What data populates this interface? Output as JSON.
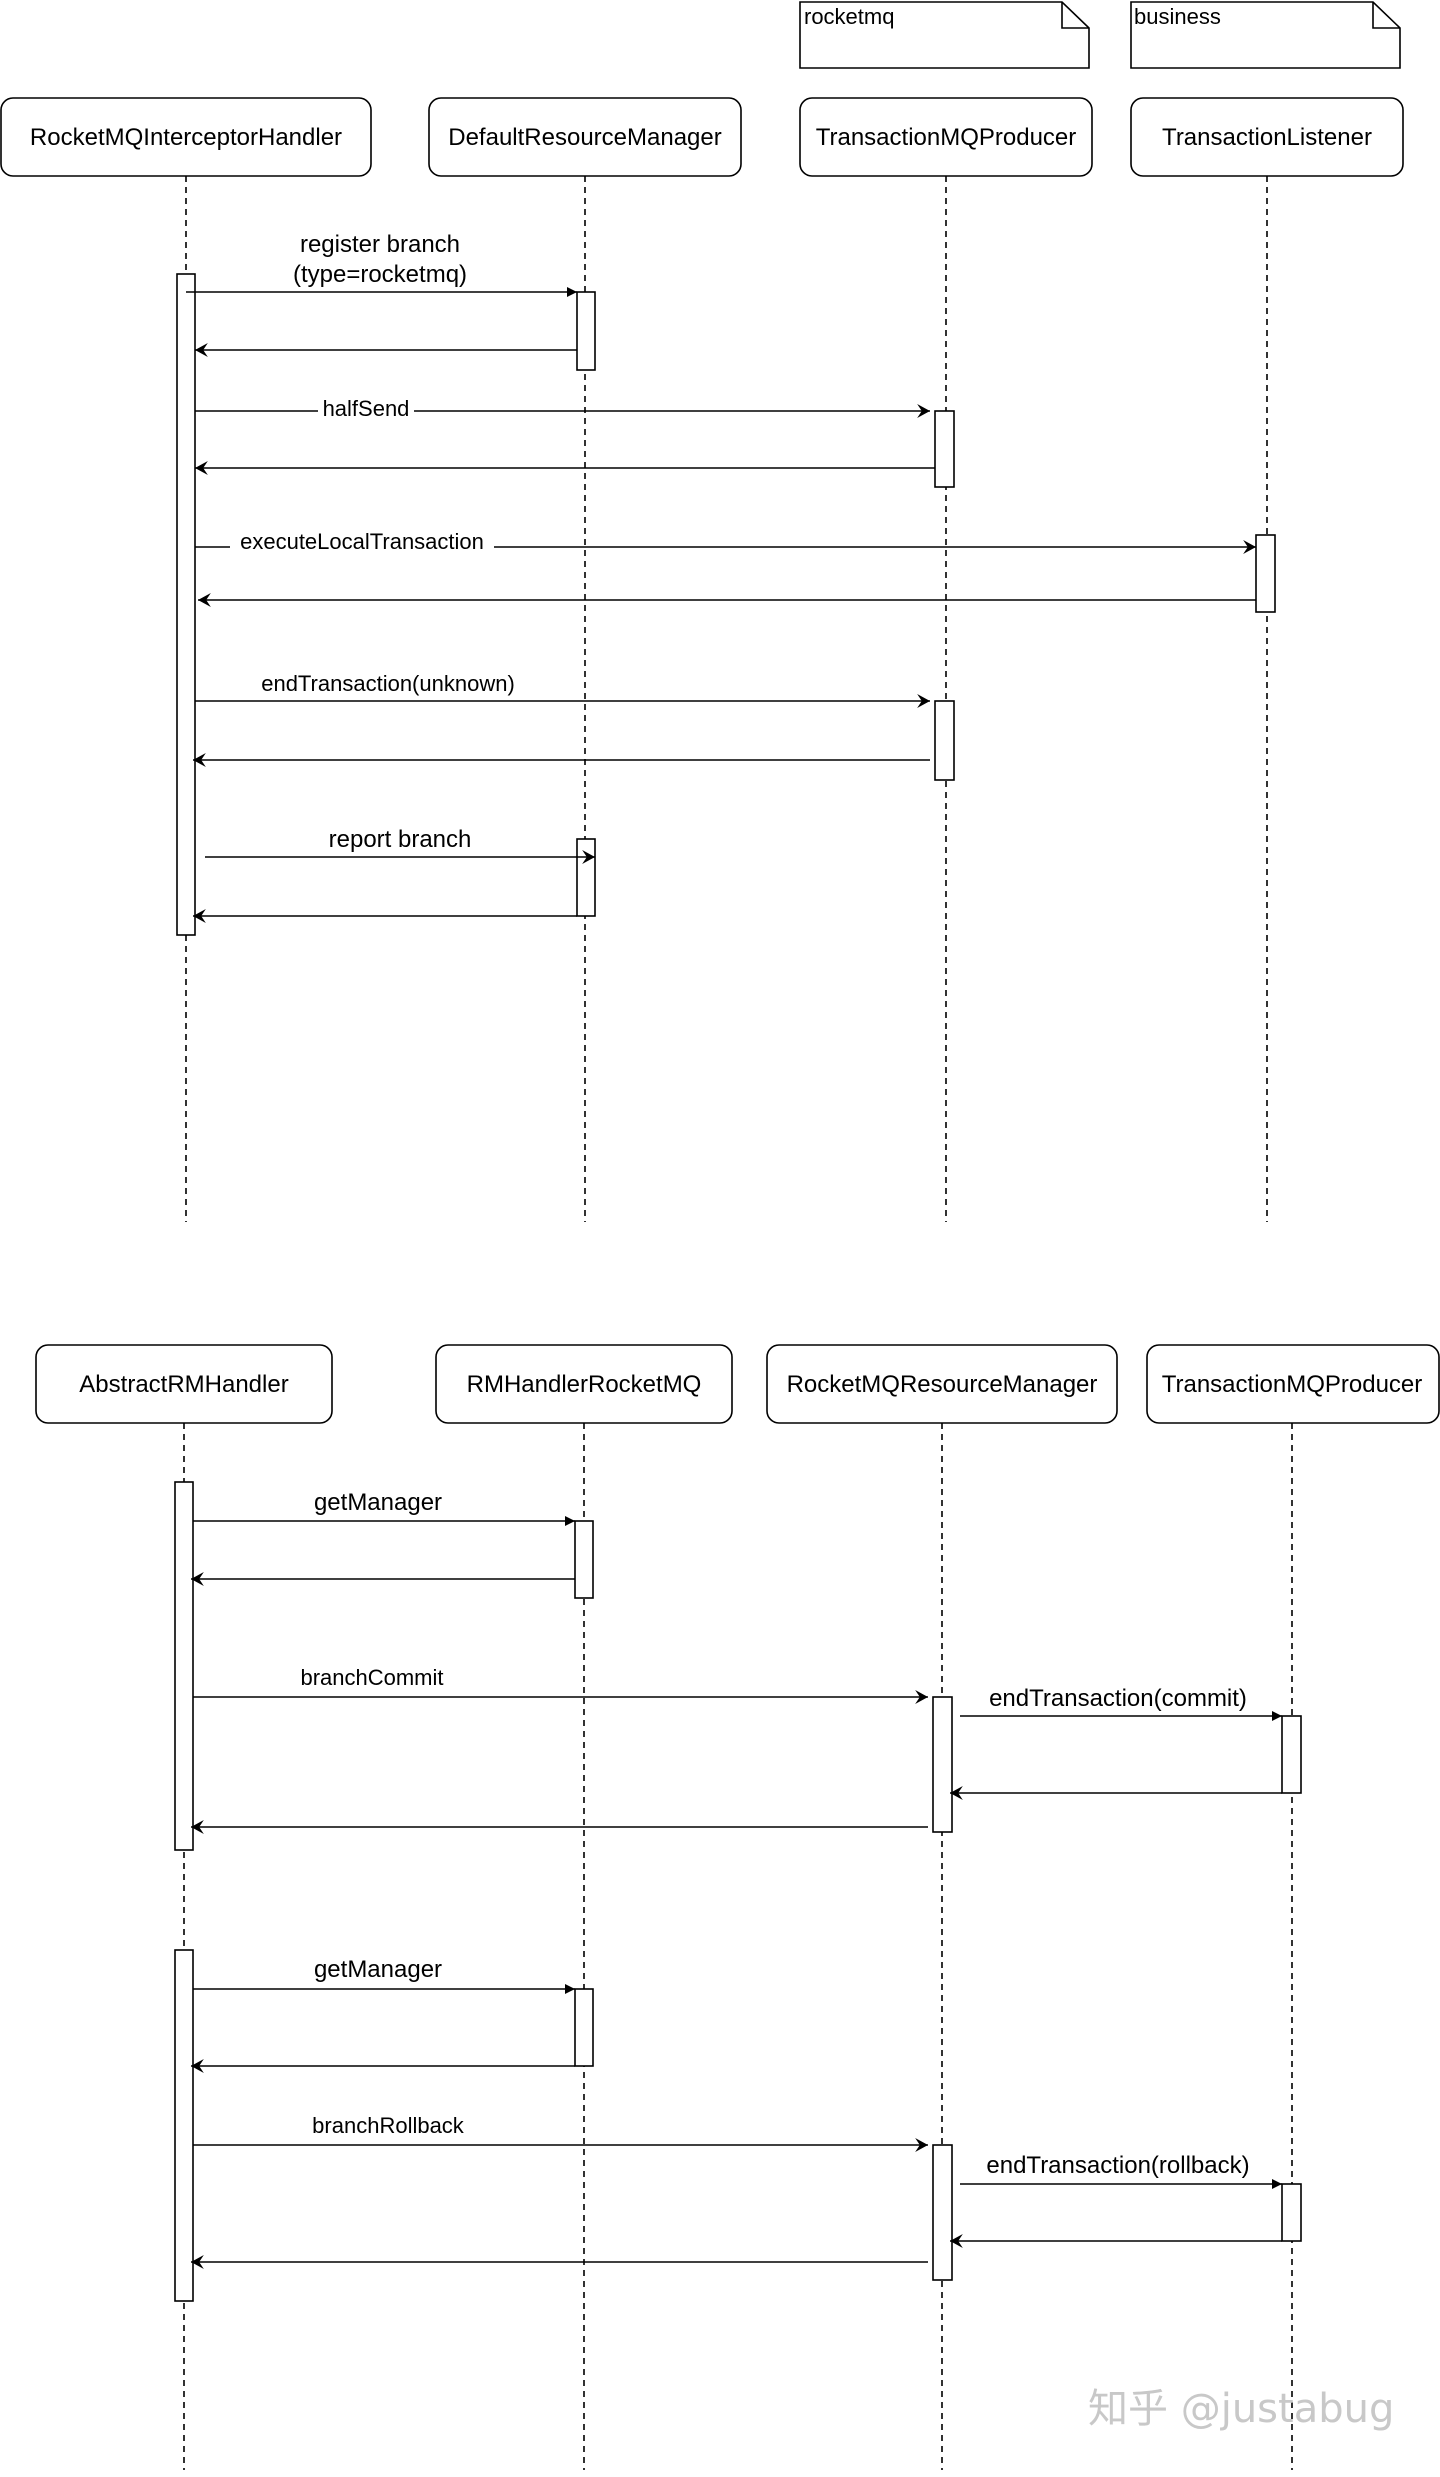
{
  "diagram1": {
    "notes": [
      {
        "id": "rocketmq",
        "label": "rocketmq"
      },
      {
        "id": "business",
        "label": "business"
      }
    ],
    "actors": [
      {
        "id": "rmih",
        "label": "RocketMQInterceptorHandler"
      },
      {
        "id": "drm",
        "label": "DefaultResourceManager"
      },
      {
        "id": "tmp",
        "label": "TransactionMQProducer"
      },
      {
        "id": "tl",
        "label": "TransactionListener"
      }
    ],
    "messages": [
      {
        "id": "register",
        "label_line1": "register branch",
        "label_line2": "(type=rocketmq)"
      },
      {
        "id": "halfsend",
        "label": "halfSend"
      },
      {
        "id": "exec",
        "label": "executeLocalTransaction"
      },
      {
        "id": "endtx-unknown",
        "label": "endTransaction(unknown)"
      },
      {
        "id": "report",
        "label": "report branch"
      }
    ]
  },
  "diagram2": {
    "actors": [
      {
        "id": "armh",
        "label": "AbstractRMHandler"
      },
      {
        "id": "rmhrmq",
        "label": "RMHandlerRocketMQ"
      },
      {
        "id": "rmqrm",
        "label": "RocketMQResourceManager"
      },
      {
        "id": "tmp2",
        "label": "TransactionMQProducer"
      }
    ],
    "messages": [
      {
        "id": "getmanager1",
        "label": "getManager"
      },
      {
        "id": "branchcommit",
        "label": "branchCommit"
      },
      {
        "id": "endtx-commit",
        "label": "endTransaction(commit)"
      },
      {
        "id": "getmanager2",
        "label": "getManager"
      },
      {
        "id": "branchrollback",
        "label": "branchRollback"
      },
      {
        "id": "endtx-rollback",
        "label": "endTransaction(rollback)"
      }
    ]
  },
  "watermark": "知乎 @justabug"
}
